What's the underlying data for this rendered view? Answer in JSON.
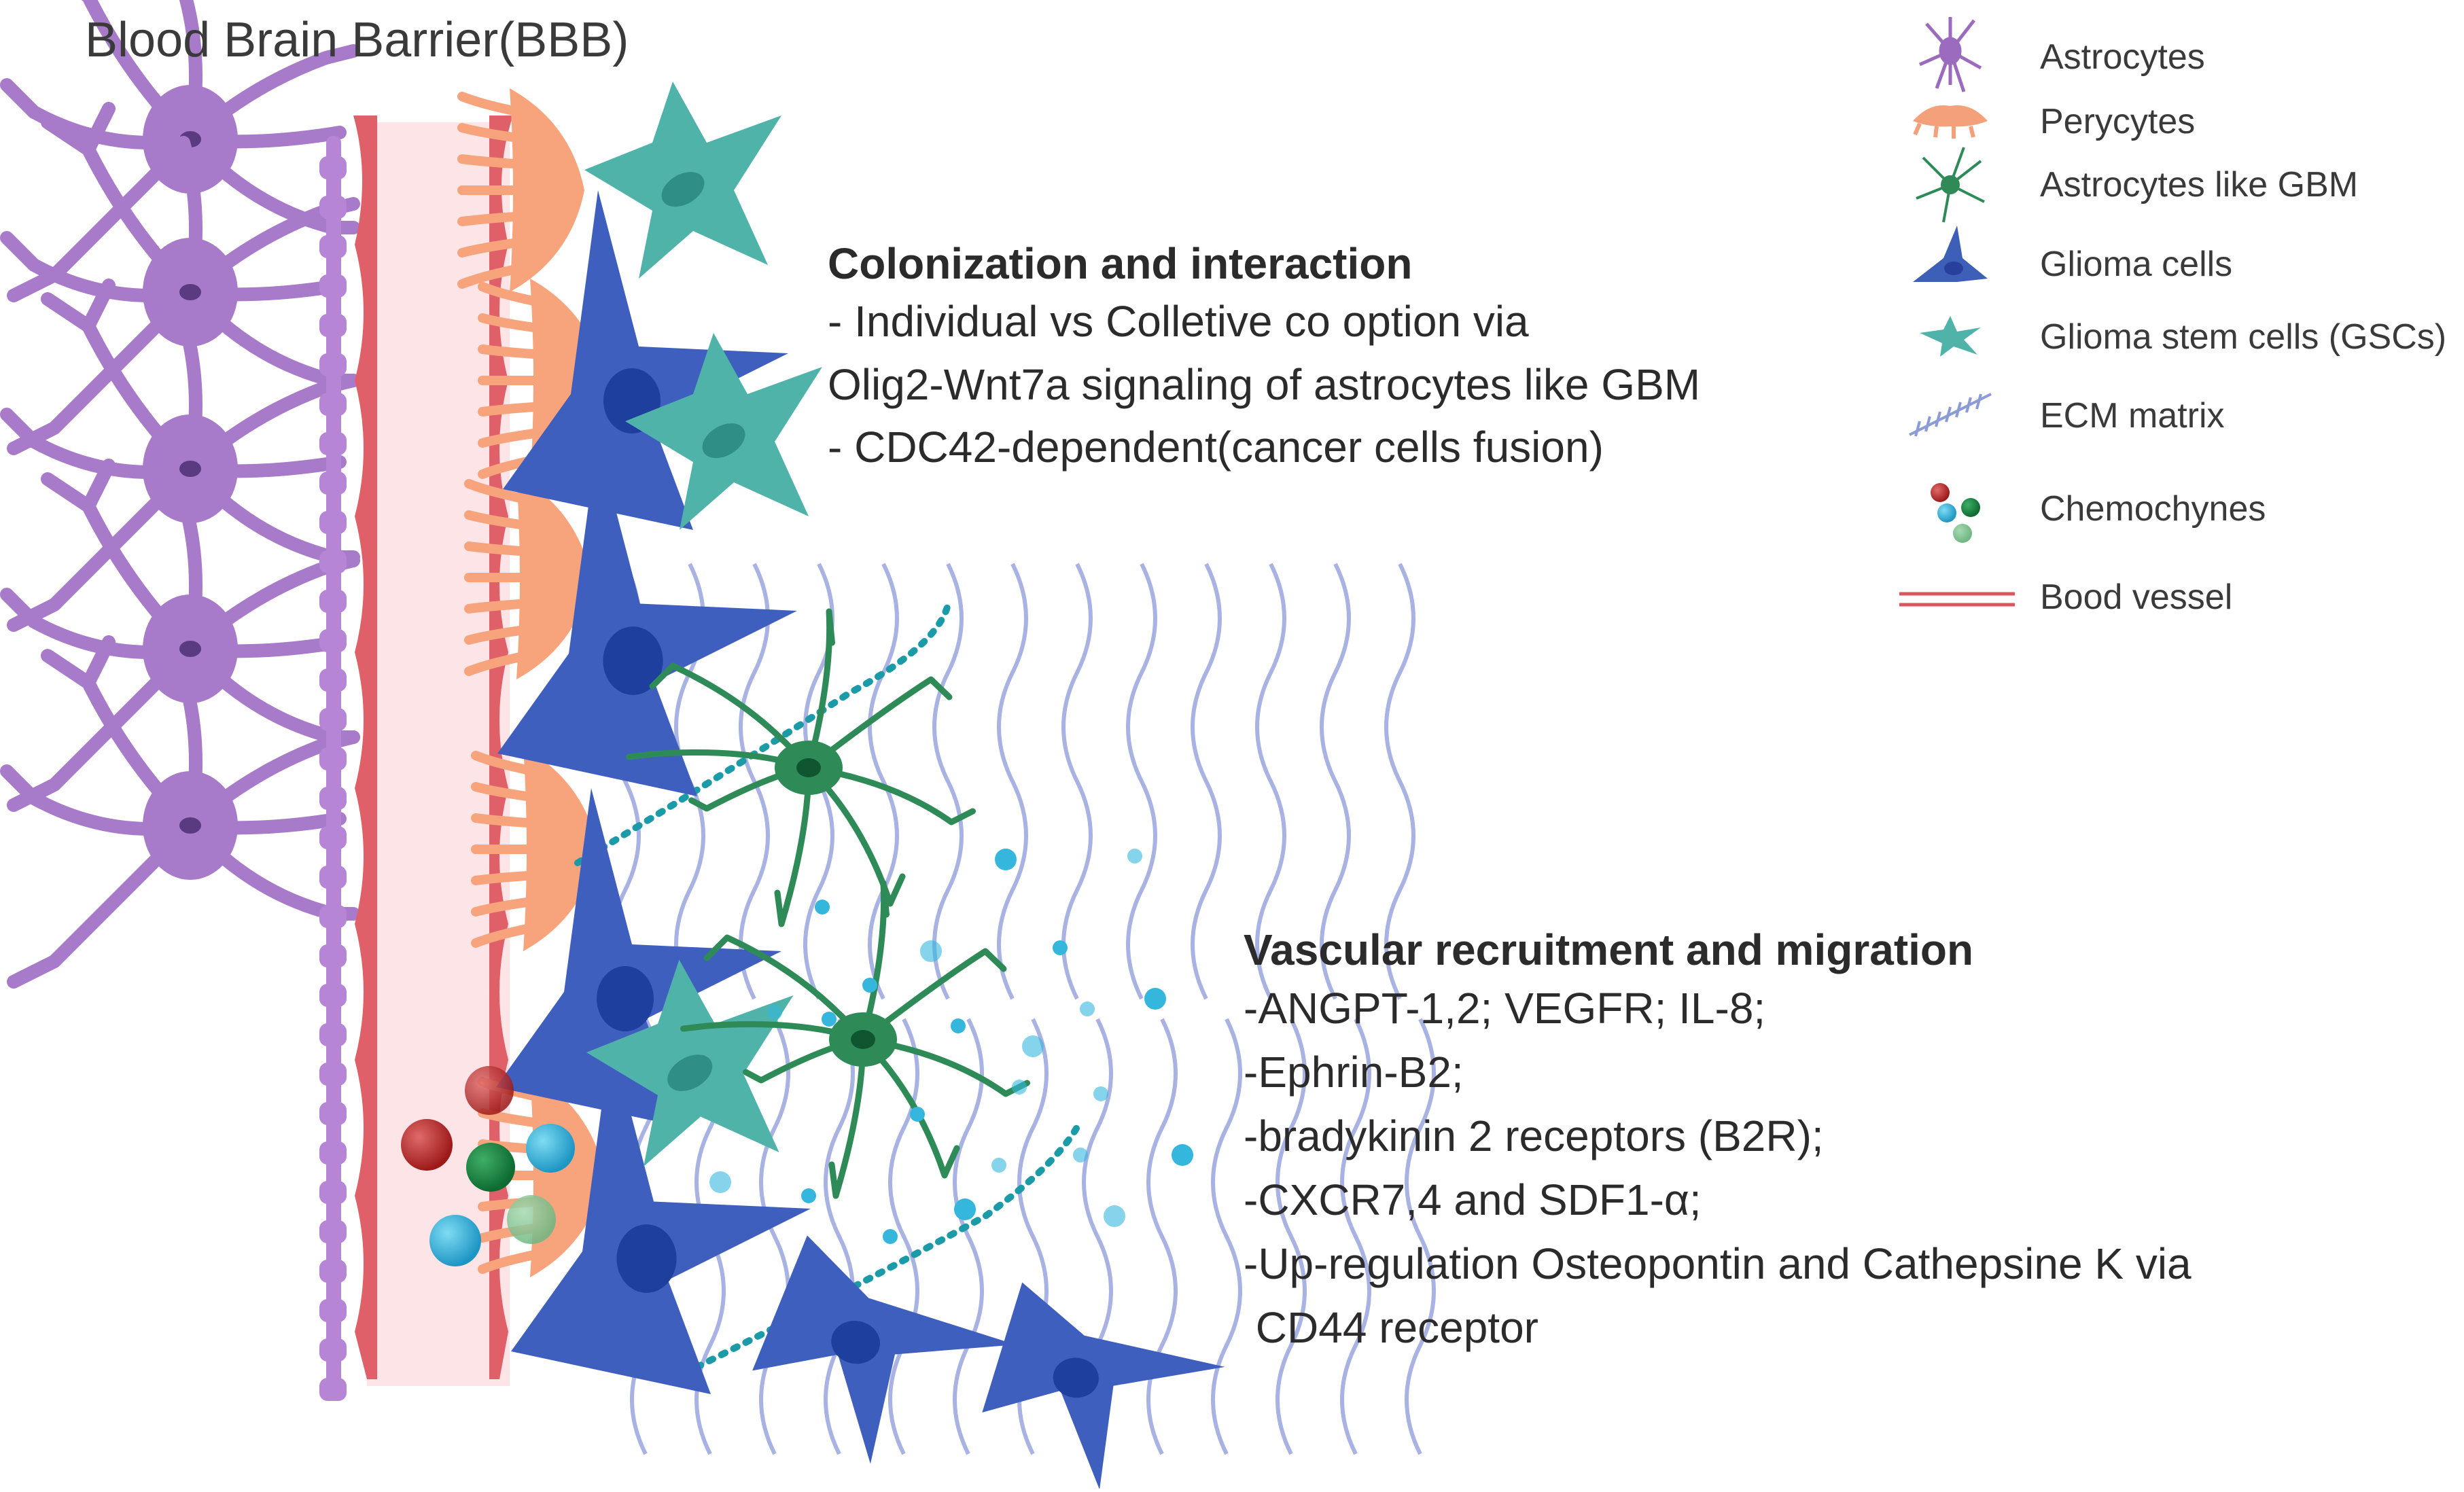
{
  "title": "Blood Brain Barrier(BBB)",
  "colonization": {
    "heading": "Colonization and interaction",
    "lines": [
      "- Individual vs Colletive co option via",
      "Olig2-Wnt7a signaling of astrocytes like GBM",
      "- CDC42-dependent(cancer cells fusion)"
    ]
  },
  "vascular": {
    "heading": "Vascular recruitment and migration",
    "lines": [
      "-ANGPT-1,2; VEGFR; IL-8;",
      "-Ephrin-B2;",
      "-bradykinin 2 receptors (B2R);",
      "-CXCR7,4  and SDF1-α;",
      "-Up-regulation Osteopontin and Cathepsine K via",
      " CD44 receptor"
    ]
  },
  "legend": [
    {
      "label": "Astrocytes",
      "icon": "astrocyte-icon",
      "color": "#9b6bc0"
    },
    {
      "label": "Perycytes",
      "icon": "pericyte-icon",
      "color": "#f4a07a"
    },
    {
      "label": "Astrocytes like GBM",
      "icon": "astrocyte-like-gbm-icon",
      "color": "#2e8b57"
    },
    {
      "label": "Glioma cells",
      "icon": "glioma-cell-icon",
      "color": "#3d5fb8"
    },
    {
      "label": "Glioma stem cells (GSCs)",
      "icon": "glioma-stem-cell-icon",
      "color": "#4fb3a9"
    },
    {
      "label": "ECM matrix",
      "icon": "ecm-matrix-icon",
      "color": "#8a9bd6"
    },
    {
      "label": "Chemochynes",
      "icon": "chemokines-icon",
      "color": "#c0392b"
    },
    {
      "label": "Bood vessel",
      "icon": "blood-vessel-icon",
      "color": "#d9575f"
    }
  ],
  "colors": {
    "astrocyte": "#a77bc9",
    "vessel_wall": "#e0606a",
    "vessel_lumen": "#fde4e6",
    "pericyte": "#f7a47c",
    "glioma": "#3f5fbf",
    "gsc": "#4fb3a9",
    "gbm_astrocyte": "#2e8b57",
    "ecm": "#8b98d9",
    "chemokine": "#35b7dd"
  }
}
